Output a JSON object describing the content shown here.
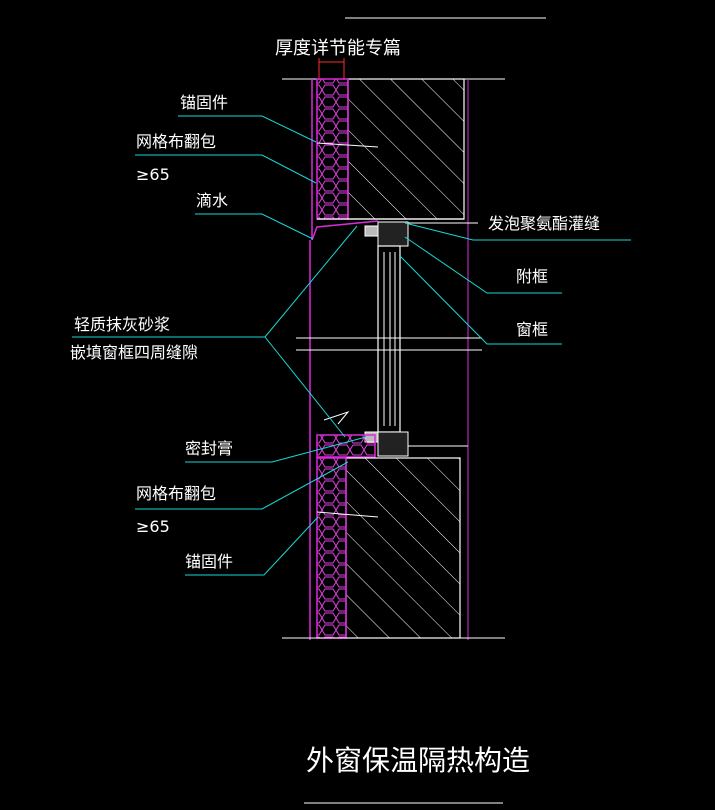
{
  "title": "外窗保温隔热构造",
  "note_top": "厚度详节能专篇",
  "labels": {
    "anchor_top": "锚固件",
    "mesh_top": "网格布翻包",
    "dim_top": "≥65",
    "drip": "滴水",
    "mortar_line1": "轻质抹灰砂浆",
    "mortar_line2": "嵌填窗框四周缝隙",
    "sealant": "密封膏",
    "mesh_bottom": "网格布翻包",
    "dim_bottom": "≥65",
    "anchor_bottom": "锚固件",
    "foam": "发泡聚氨酯灌缝",
    "subframe": "附框",
    "window_frame": "窗框"
  },
  "colors": {
    "background": "#000000",
    "label_text": "#ffffff",
    "leader_line": "#19d7d7",
    "insulation": "#d92bd9",
    "concrete": "#ffffff",
    "dimension": "#ff2a2a"
  }
}
